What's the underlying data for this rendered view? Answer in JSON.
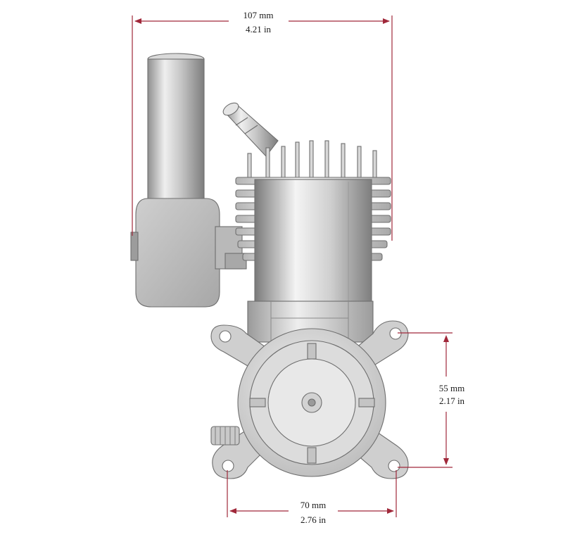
{
  "dimensions": {
    "top_width": {
      "mm": "107 mm",
      "in": "4.21 in"
    },
    "mount_height": {
      "mm": "55 mm",
      "in": "2.17 in"
    },
    "mount_width": {
      "mm": "70 mm",
      "in": "2.76 in"
    }
  },
  "colors": {
    "dimension_line": "#a0283a",
    "engine_body": "#c9c9c9",
    "outline": "#6e6e6e"
  }
}
